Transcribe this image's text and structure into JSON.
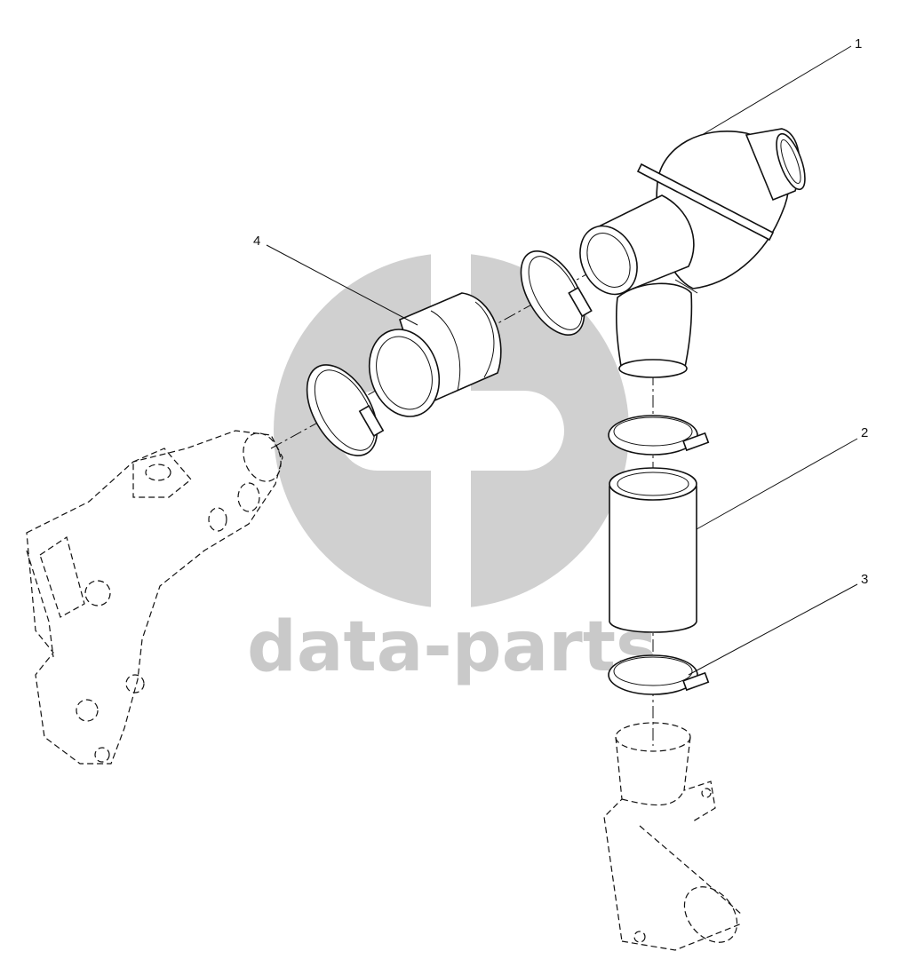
{
  "watermark": {
    "text": "data-parts",
    "color": "#c9c9c9"
  },
  "callouts": [
    {
      "number": "1"
    },
    {
      "number": "2"
    },
    {
      "number": "3"
    },
    {
      "number": "4"
    }
  ]
}
